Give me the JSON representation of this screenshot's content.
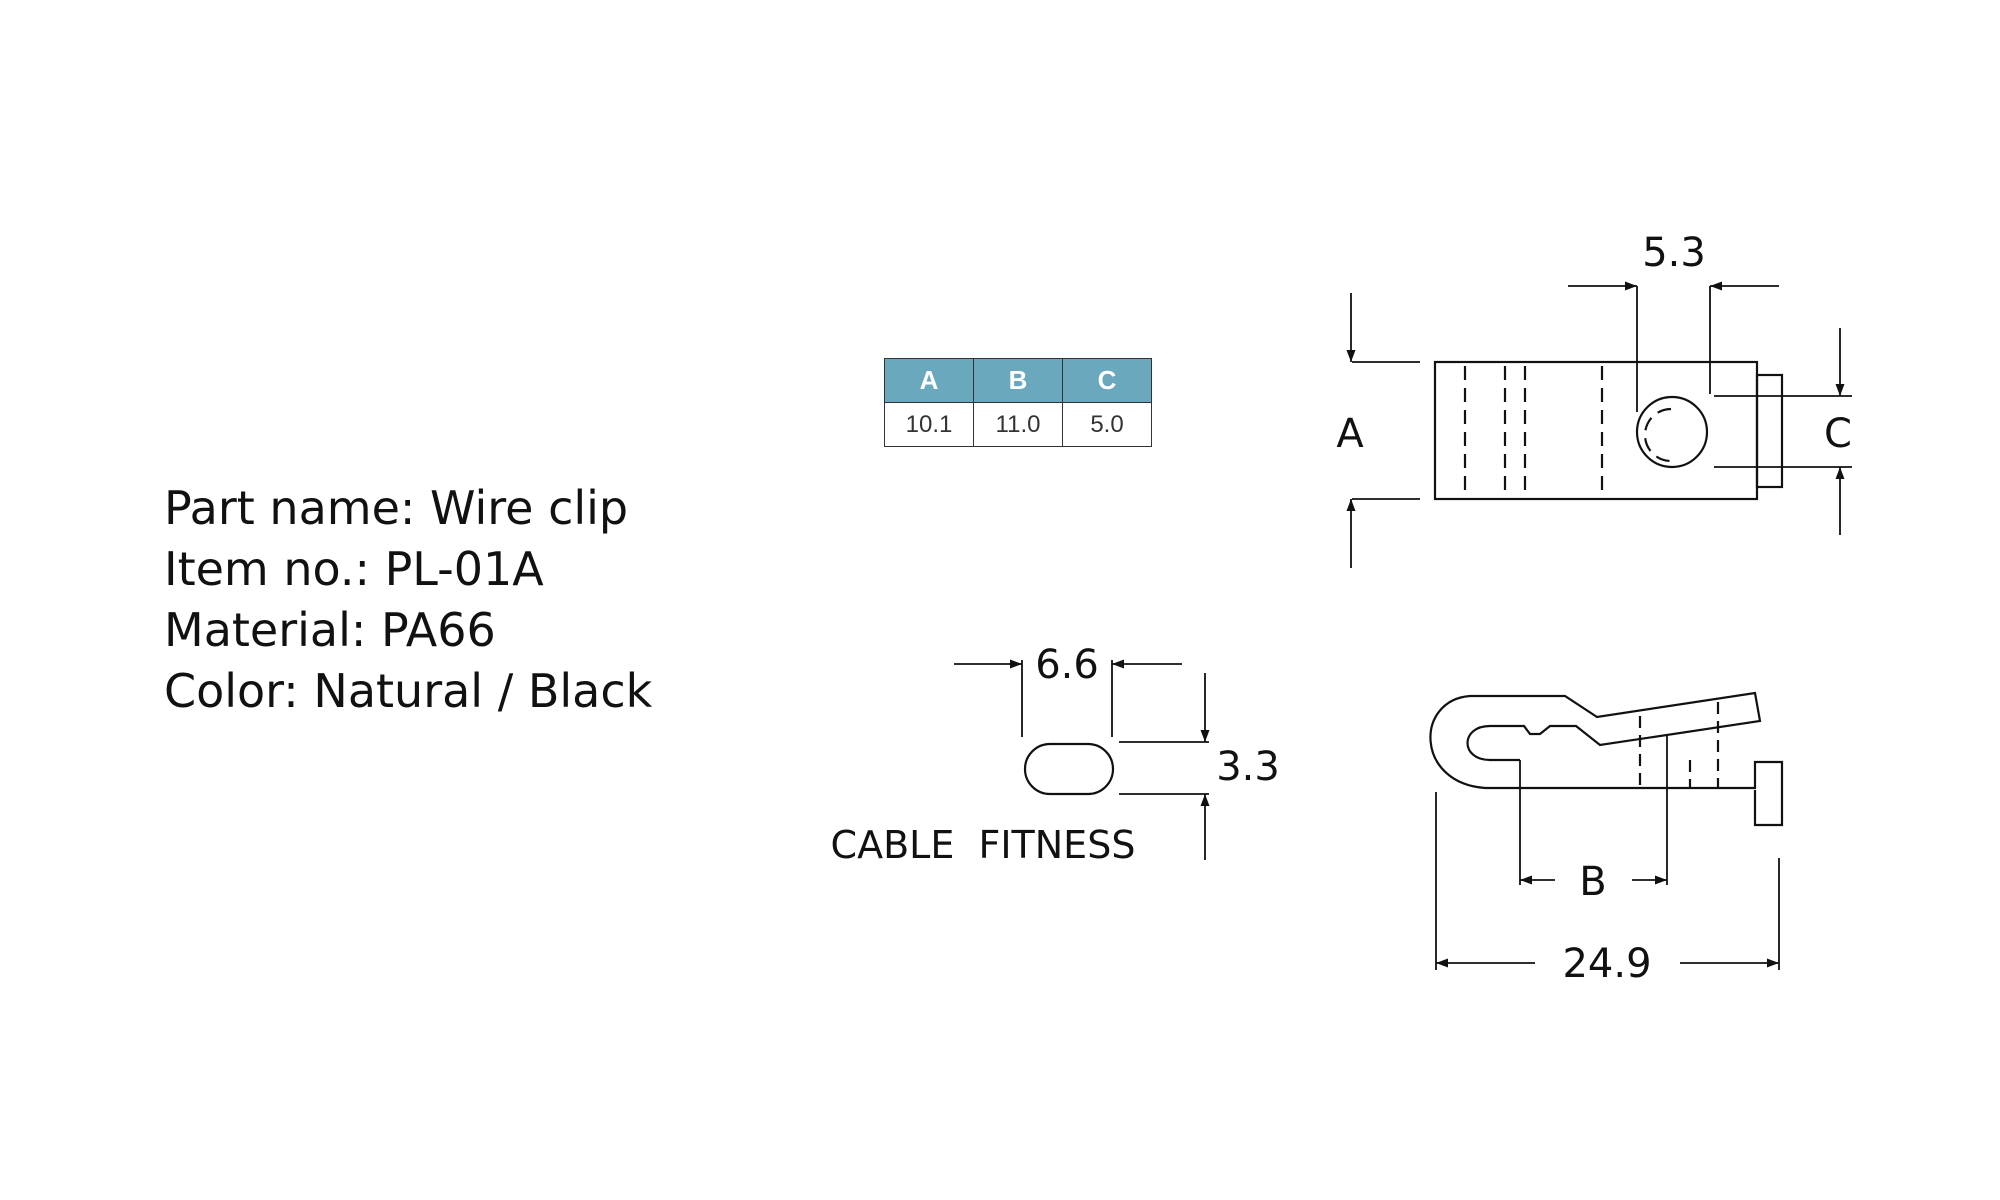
{
  "part": {
    "name_line": "Part name: Wire clip",
    "item_line": "Item no.: PL-01A",
    "material_line": "Material: PA66",
    "color_line": "Color: Natural / Black"
  },
  "dimension_table": {
    "header_color": "#6aa8be",
    "headers": [
      "A",
      "B",
      "C"
    ],
    "values": [
      "10.1",
      "11.0",
      "5.0"
    ]
  },
  "drawing": {
    "top_view": {
      "dim_top": "5.3",
      "label_left": "A",
      "label_right": "C"
    },
    "cable_fitness": {
      "width": "6.6",
      "height": "3.3",
      "caption": "CABLE  FITNESS"
    },
    "side_view": {
      "label_b": "B",
      "overall_length": "24.9"
    }
  }
}
